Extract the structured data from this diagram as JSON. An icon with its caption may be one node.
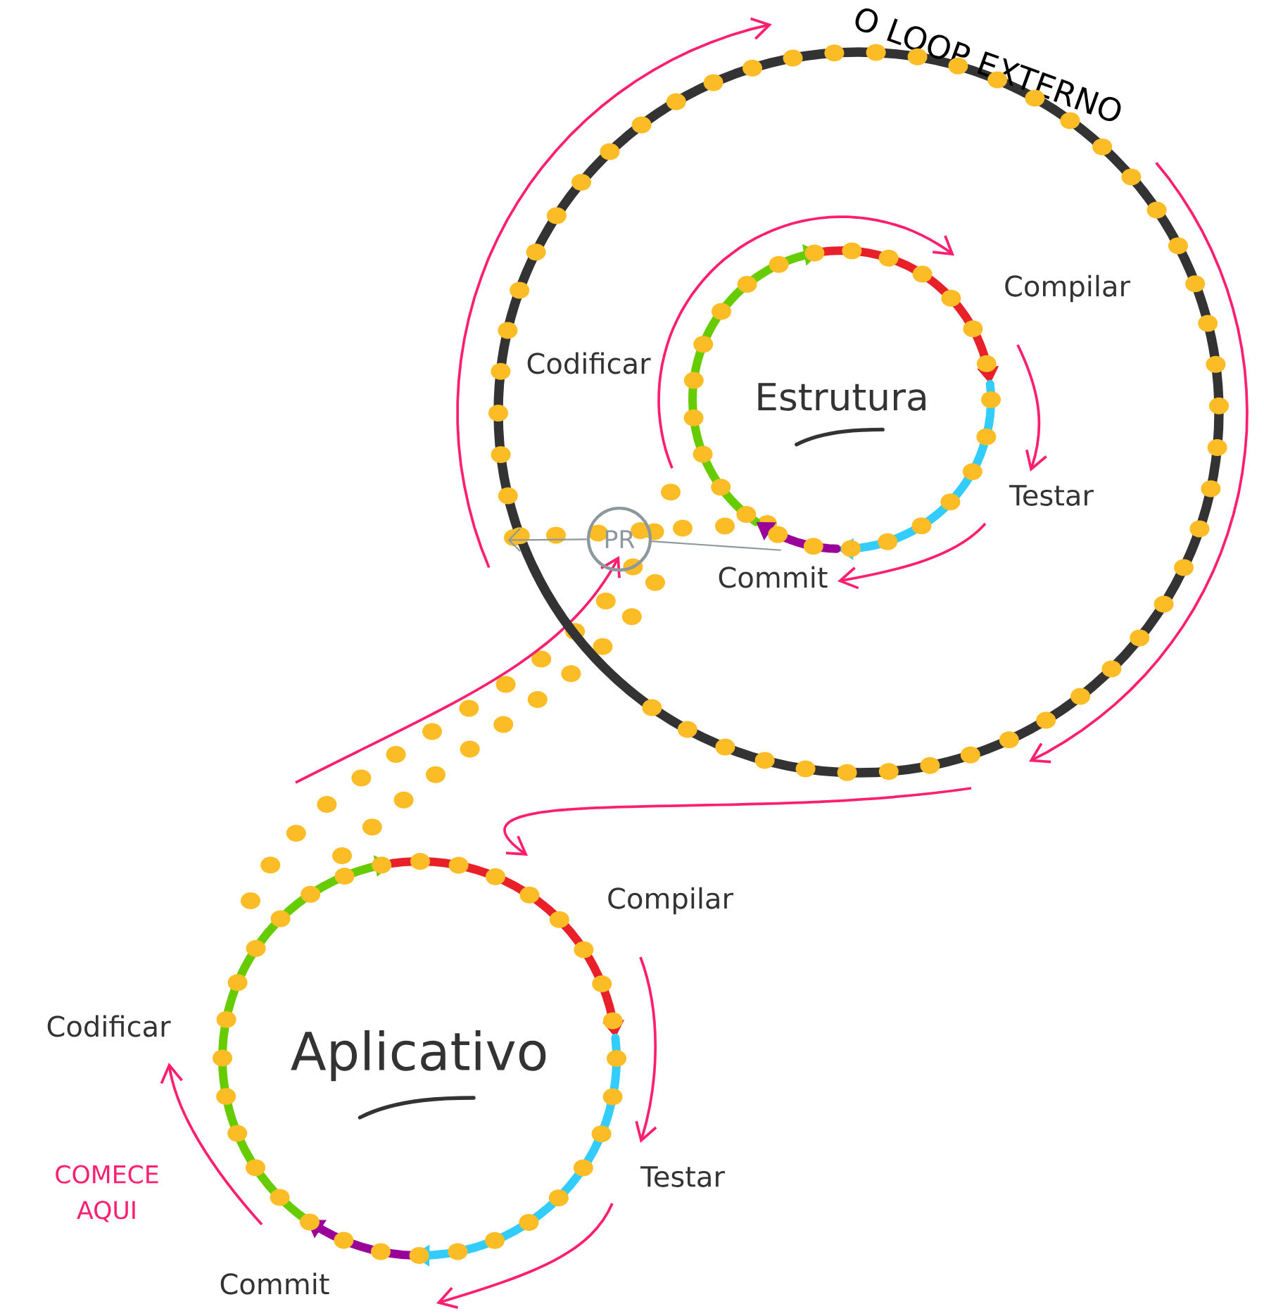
{
  "diagram": {
    "nodes": [
      {
        "text": [
          "O LOOP EXTERNO"
        ]
      },
      {
        "text": [
          "Estrutura"
        ],
        "in": 0,
        "beside": [
          "Compilar",
          "Codificar",
          "Testar",
          "Commit"
        ]
      },
      {
        "text": [
          "PR"
        ],
        "in": 0
      },
      {
        "text": [
          "Aplicativo"
        ],
        "beside": [
          "Compilar",
          "Codificar",
          "Testar",
          "Commit"
        ]
      }
    ],
    "edges": [
      {
        "from": 1,
        "to": 2,
        "arrow": "none"
      },
      {
        "from": 2,
        "to": 0,
        "arrow": "to"
      }
    ],
    "labels": [
      "COMECE AQUI"
    ]
  }
}
